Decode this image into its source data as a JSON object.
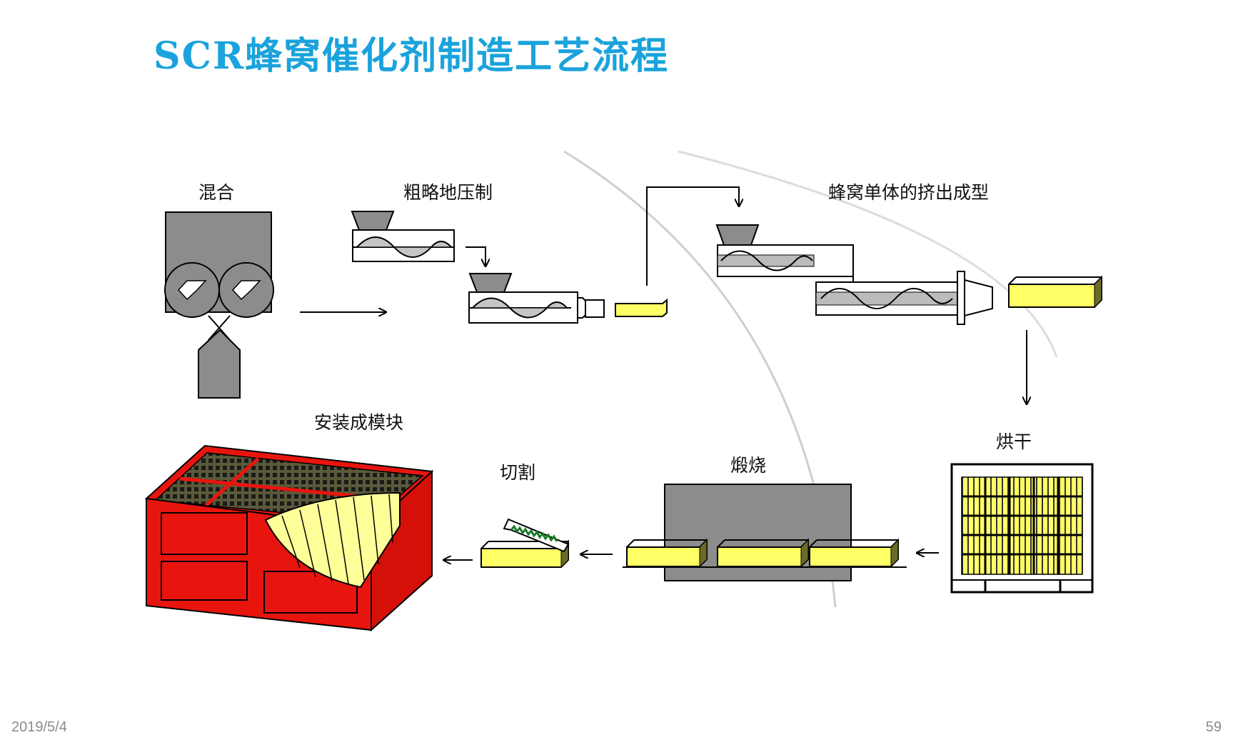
{
  "title": "SCR蜂窝催化剂制造工艺流程",
  "footer": {
    "date": "2019/5/4",
    "page": "59"
  },
  "steps": {
    "mixing": "混合",
    "rough_pressing": "粗略地压制",
    "extrusion": "蜂窝单体的挤出成型",
    "drying": "烘干",
    "calcining": "煅烧",
    "cutting": "切割",
    "assembly": "安装成模块"
  },
  "colors": {
    "title": "#1aa3dc",
    "machine_gray": "#8c8c8c",
    "catalyst_yellow": "#ffff66",
    "module_red": "#e8150f"
  }
}
